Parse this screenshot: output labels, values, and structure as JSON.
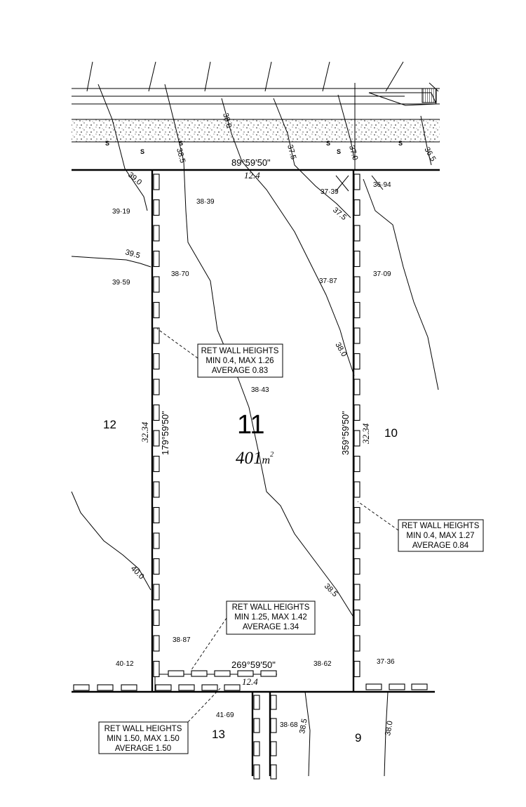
{
  "lot": {
    "number": "11",
    "area_value": "401",
    "area_unit": "m",
    "area_sup": "2"
  },
  "neighbours": [
    "12",
    "10",
    "13",
    "9"
  ],
  "bearings": {
    "top": "89°59'50\"",
    "top_len": "12.4",
    "left": "179°59'50\"",
    "left_len": "32.34",
    "right": "359°59'50\"",
    "right_len": "32.34",
    "bottom": "269°59'50\"",
    "bottom_len": "12.4"
  },
  "contours": [
    "38.0",
    "38.5",
    "37.5",
    "37.0",
    "36.5",
    "39.0",
    "37.5",
    "39.5",
    "38.0",
    "40.0",
    "38.5",
    "38.5",
    "38.0"
  ],
  "spot_levels": [
    "38·39",
    "39·19",
    "37·39",
    "36·94",
    "39·59",
    "38·70",
    "37·87",
    "37·09",
    "38·43",
    "38·87",
    "40·12",
    "38·62",
    "37·36",
    "41·69",
    "38·68"
  ],
  "ret_walls": [
    {
      "title": "RET WALL HEIGHTS",
      "minmax": "MIN 0.4, MAX 1.26",
      "average": "AVERAGE 0.83"
    },
    {
      "title": "RET WALL HEIGHTS",
      "minmax": "MIN 0.4, MAX 1.27",
      "average": "AVERAGE 0.84"
    },
    {
      "title": "RET WALL HEIGHTS",
      "minmax": "MIN 1.25, MAX 1.42",
      "average": "AVERAGE 1.34"
    },
    {
      "title": "RET WALL HEIGHTS",
      "minmax": "MIN 1.50, MAX 1.50",
      "average": "AVERAGE 1.50"
    }
  ],
  "sewer_marks": [
    "S",
    "S",
    "S",
    "S",
    "S",
    "S"
  ]
}
